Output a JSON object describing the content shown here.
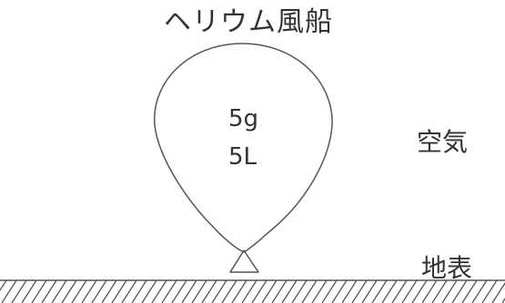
{
  "diagram": {
    "title": "ヘリウム風船",
    "balloon": {
      "mass": "5g",
      "volume": "5L"
    },
    "labels": {
      "air": "空気",
      "ground": "地表"
    }
  }
}
